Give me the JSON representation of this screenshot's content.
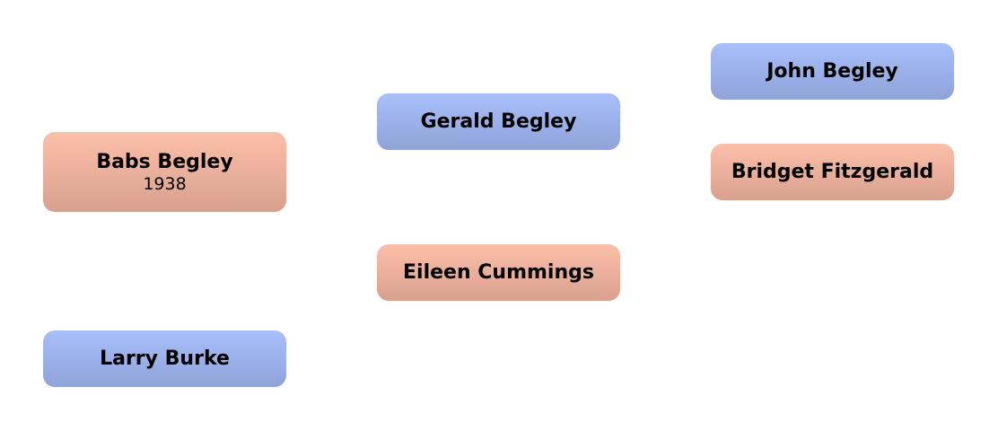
{
  "colors": {
    "male_top": "#a9bffb",
    "male_bottom": "#8fa3d8",
    "female_top": "#fcc0a9",
    "female_bottom": "#d8a08e"
  },
  "people": [
    {
      "name": "Babs Begley",
      "year": "1938",
      "gender": "female"
    },
    {
      "name": "Larry Burke",
      "gender": "male"
    },
    {
      "name": "Gerald Begley",
      "gender": "male"
    },
    {
      "name": "Eileen Cummings",
      "gender": "female"
    },
    {
      "name": "John Begley",
      "gender": "male"
    },
    {
      "name": "Bridget Fitzgerald",
      "gender": "female"
    }
  ]
}
